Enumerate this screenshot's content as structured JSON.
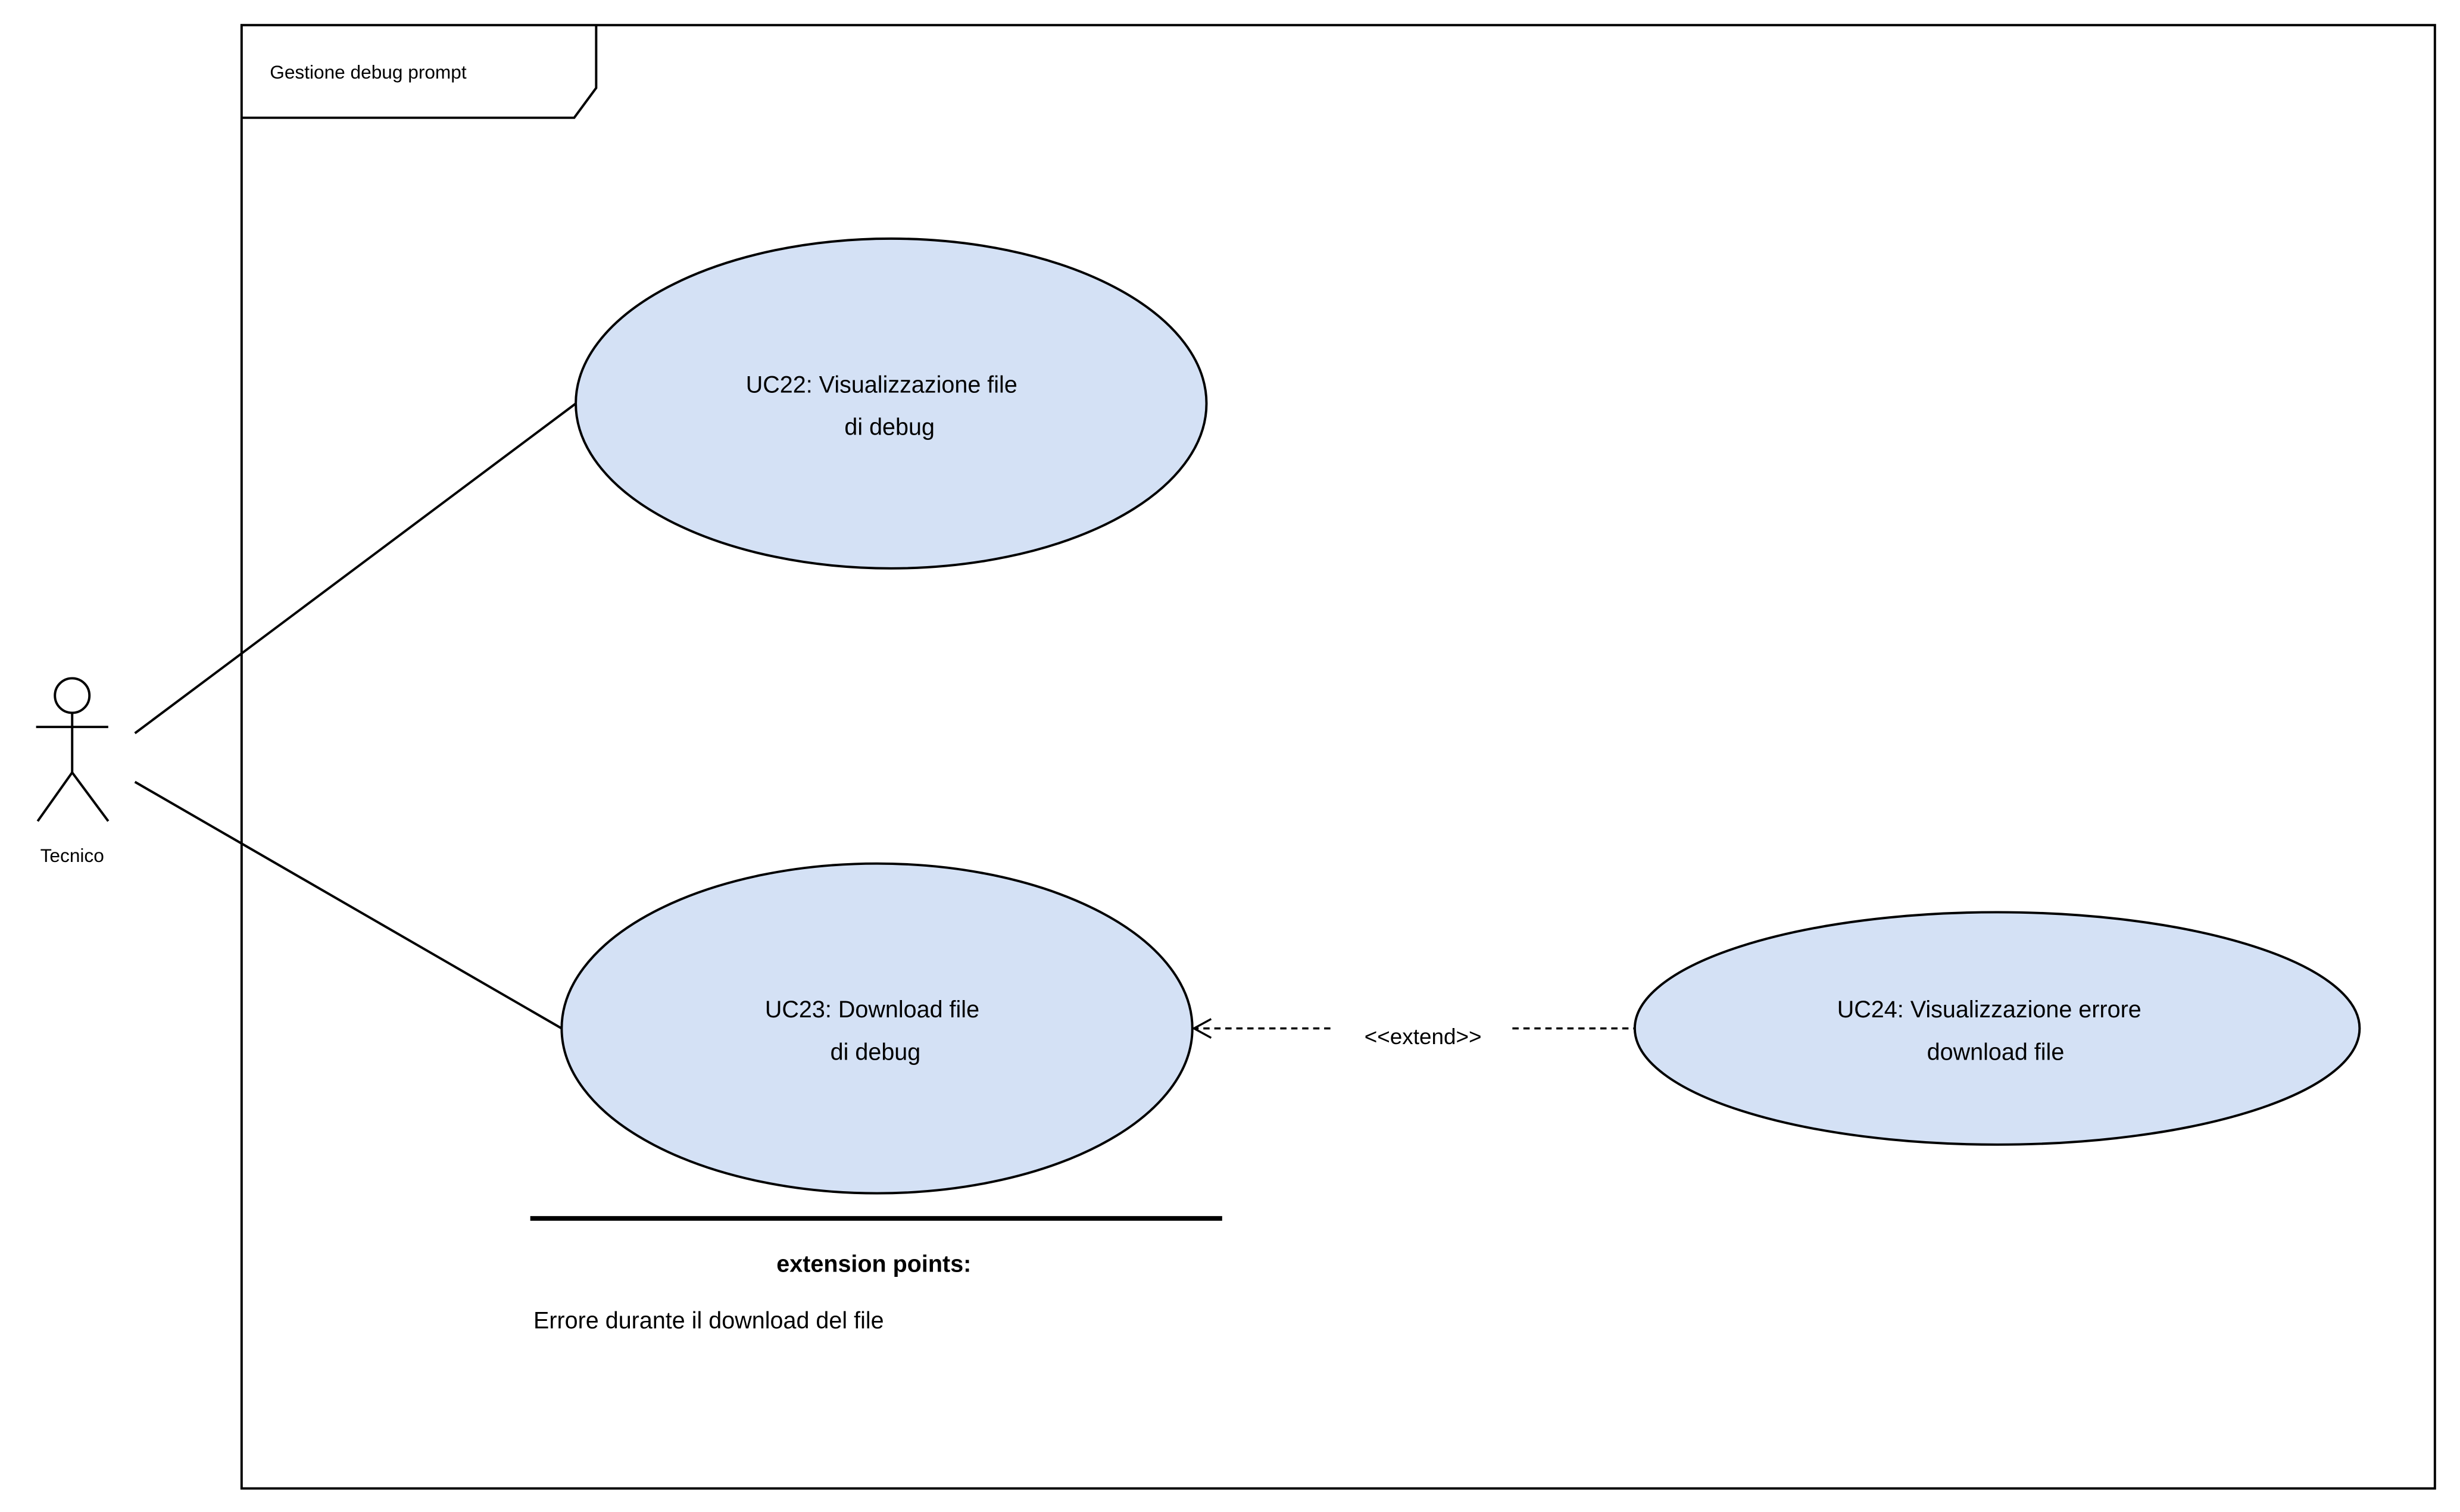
{
  "frame": {
    "title": "Gestione debug prompt"
  },
  "actor": {
    "name": "Tecnico"
  },
  "use_cases": {
    "uc22": {
      "line1": "UC22: Visualizzazione file",
      "line2": "di debug"
    },
    "uc23": {
      "line1": "UC23: Download file",
      "line2": "di debug"
    },
    "uc24": {
      "line1": "UC24: Visualizzazione errore",
      "line2": "download file"
    }
  },
  "relations": {
    "extend_label": "<<extend>>"
  },
  "extension_points": {
    "title": "extension points:",
    "items": [
      "Errore durante il download del file"
    ]
  },
  "colors": {
    "use_case_fill": "#d4e1f5",
    "line": "#000000",
    "background": "#ffffff"
  }
}
